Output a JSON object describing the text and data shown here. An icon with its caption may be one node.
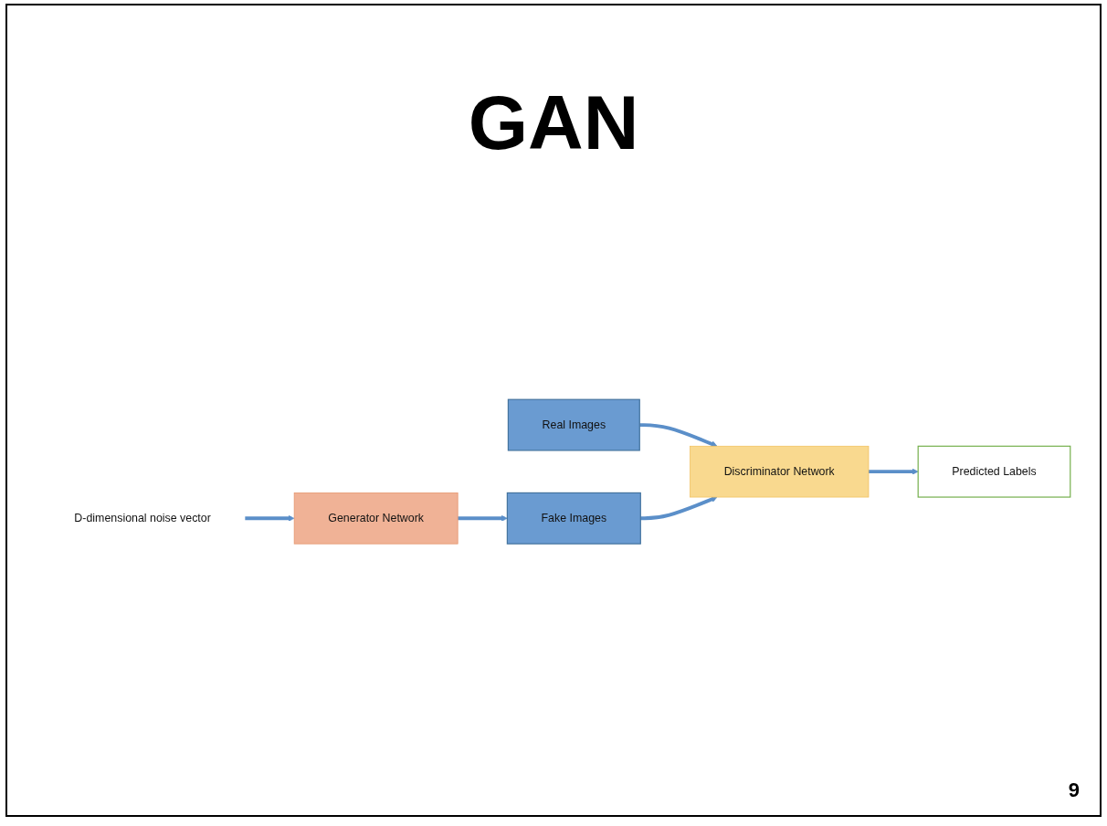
{
  "diagram": {
    "title": "GAN",
    "nodes": [
      {
        "text": [
          "Real Images"
        ]
      },
      {
        "text": [
          "Discriminator Network"
        ]
      },
      {
        "text": [
          "Predicted Labels"
        ]
      },
      {
        "text": [
          "D-dimensional noise vector"
        ]
      },
      {
        "text": [
          "Generator Network"
        ]
      },
      {
        "text": [
          "Fake Images"
        ]
      }
    ],
    "edges": [
      {
        "from": 0,
        "to": 1,
        "arrow": "to"
      },
      {
        "from": 1,
        "to": 2,
        "arrow": "to"
      },
      {
        "from": 3,
        "to": 4,
        "arrow": "to"
      },
      {
        "from": 4,
        "to": 5,
        "arrow": "to"
      },
      {
        "from": 5,
        "to": 1,
        "arrow": "to"
      }
    ],
    "labels": [
      "9"
    ]
  }
}
